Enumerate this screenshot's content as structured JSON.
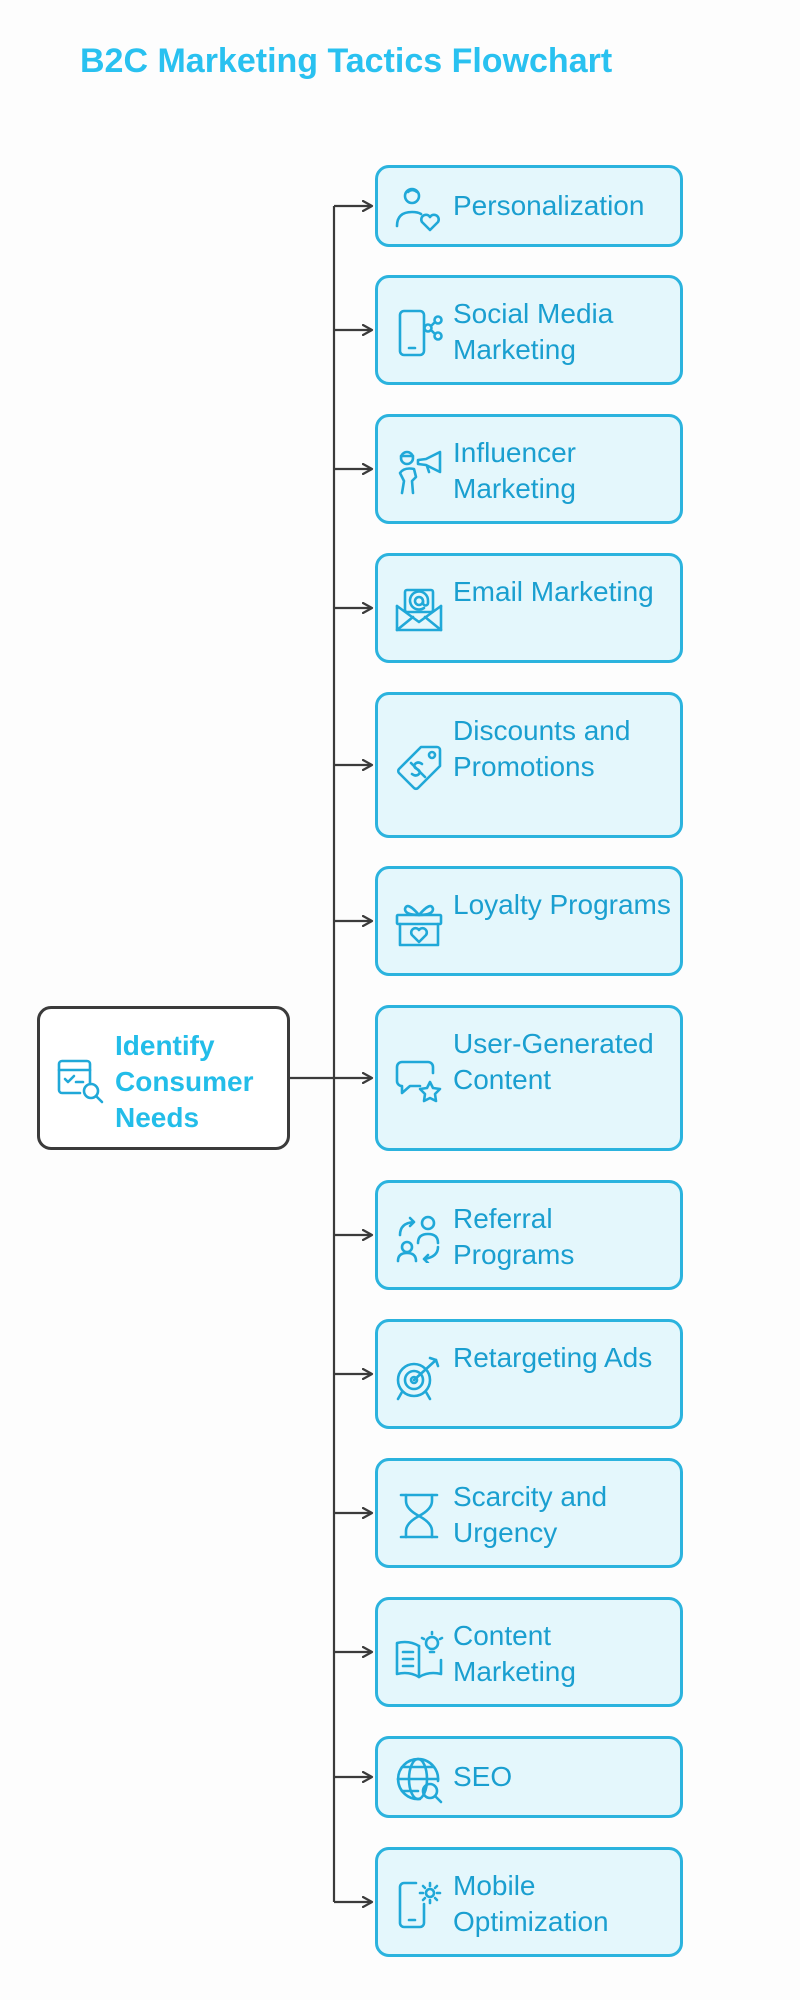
{
  "title": "B2C Marketing Tactics Flowchart",
  "source": {
    "label": "Identify Consumer Needs",
    "icon": "browser-search-icon"
  },
  "tactics": [
    {
      "label": "Personalization",
      "icon": "user-heart-icon"
    },
    {
      "label": "Social Media Marketing",
      "icon": "phone-share-icon"
    },
    {
      "label": "Influencer Marketing",
      "icon": "person-megaphone-icon"
    },
    {
      "label": "Email Marketing",
      "icon": "envelope-at-icon"
    },
    {
      "label": "Discounts and Promotions",
      "icon": "price-tag-icon"
    },
    {
      "label": "Loyalty Programs",
      "icon": "gift-heart-icon"
    },
    {
      "label": "User-Generated Content",
      "icon": "chat-star-icon"
    },
    {
      "label": "Referral Programs",
      "icon": "users-exchange-icon"
    },
    {
      "label": "Retargeting Ads",
      "icon": "target-arrow-icon"
    },
    {
      "label": "Scarcity and Urgency",
      "icon": "hourglass-icon"
    },
    {
      "label": "Content Marketing",
      "icon": "book-lightbulb-icon"
    },
    {
      "label": "SEO",
      "icon": "globe-search-icon"
    },
    {
      "label": "Mobile Optimization",
      "icon": "phone-gear-icon"
    }
  ],
  "colors": {
    "accent": "#29c1f0",
    "node_border": "#2bb3de",
    "node_fill": "#e4f7fc",
    "connector": "#3b3b3b"
  }
}
